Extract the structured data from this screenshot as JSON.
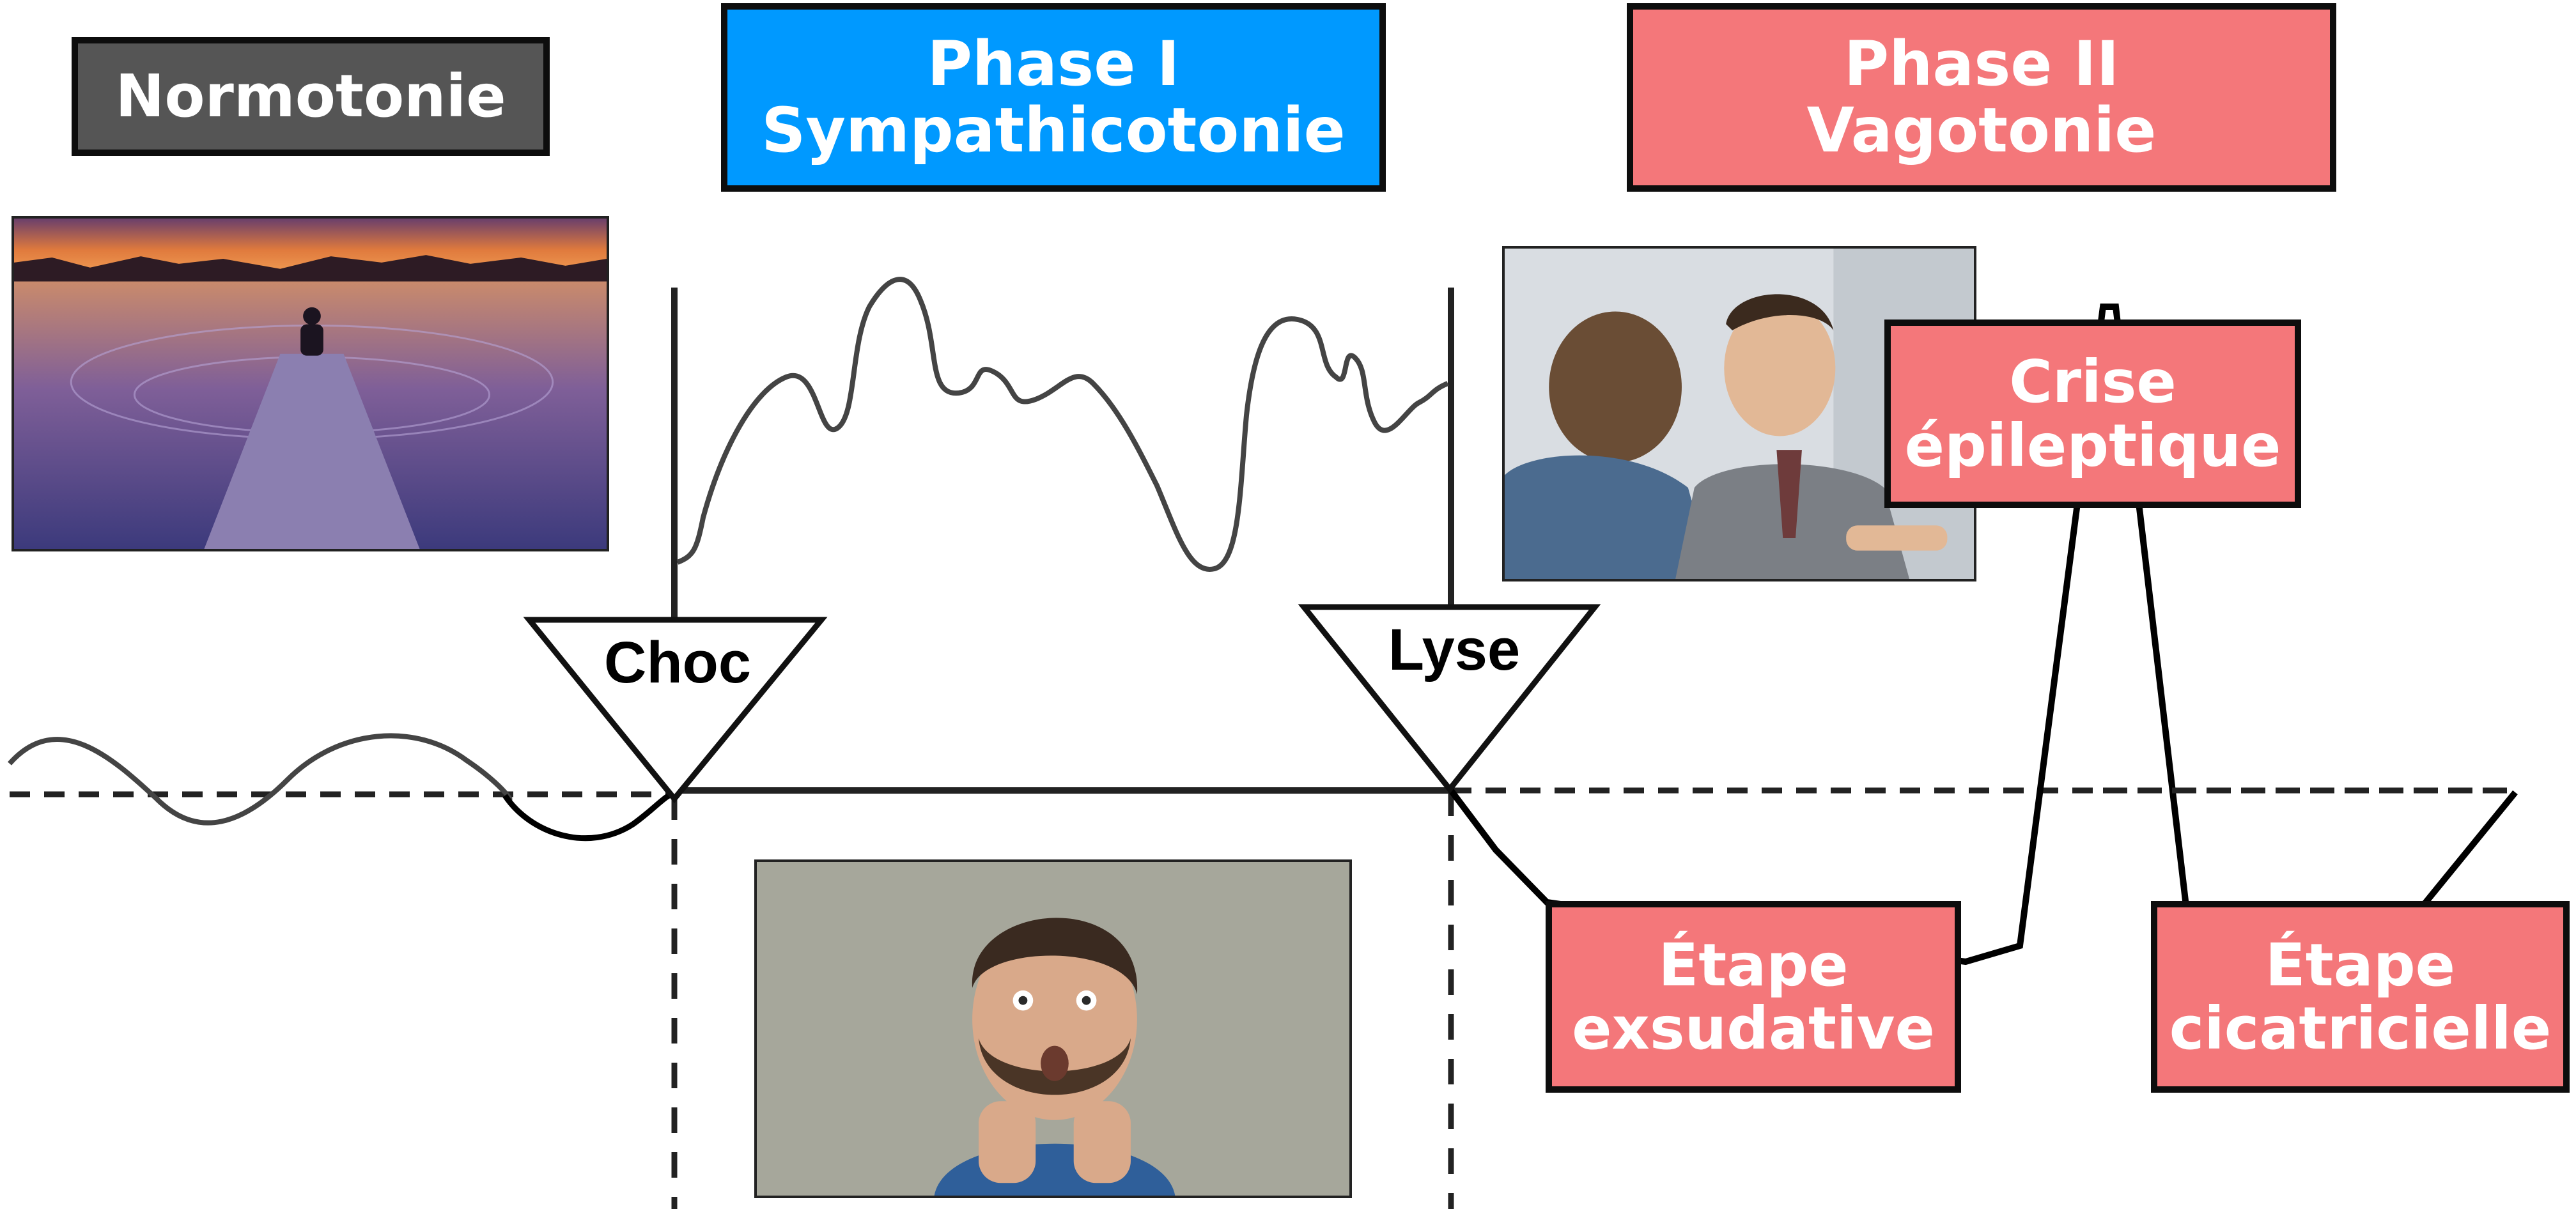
{
  "phases": {
    "normotonie": {
      "label": "Normotonie",
      "color": "#555555"
    },
    "phase1": {
      "line1": "Phase I",
      "line2": "Sympathicotonie",
      "color": "#0099ff"
    },
    "phase2": {
      "line1": "Phase II",
      "line2": "Vagotonie",
      "color": "#f4777a"
    }
  },
  "markers": {
    "choc": "Choc",
    "lyse": "Lyse"
  },
  "stages": {
    "crise": {
      "line1": "Crise",
      "line2": "épileptique"
    },
    "exsudative": {
      "line1": "Étape",
      "line2": "exsudative"
    },
    "cicatricielle": {
      "line1": "Étape",
      "line2": "cicatricielle"
    },
    "color": "#f4777a"
  },
  "images": [
    {
      "subject": "person-sitting-on-pier-at-sunset"
    },
    {
      "subject": "two-men-in-suits-smiling-handshake"
    },
    {
      "subject": "frightened-man-biting-hands"
    }
  ]
}
